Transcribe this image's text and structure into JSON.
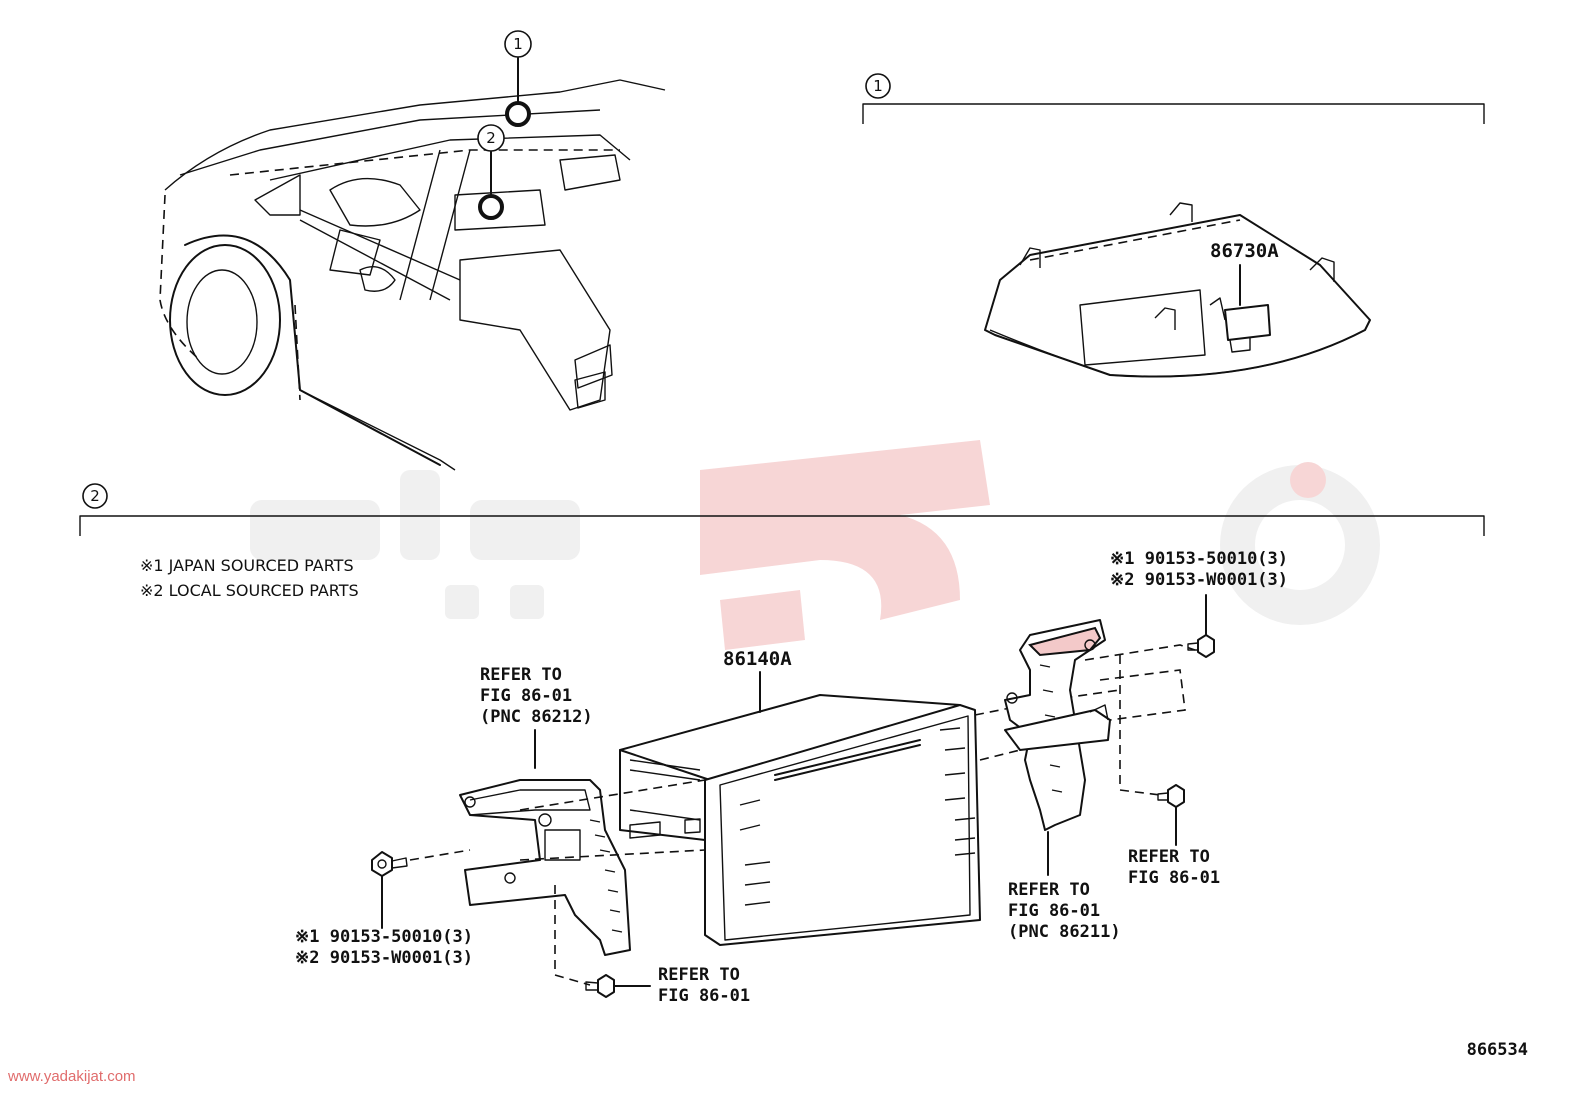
{
  "callouts": {
    "one": "1",
    "two": "2"
  },
  "overhead": {
    "part_number": "86730A"
  },
  "main_unit": {
    "part_number": "86140A"
  },
  "notes": {
    "note1": "※1 JAPAN SOURCED PARTS",
    "note2": "※2 LOCAL SOURCED PARTS"
  },
  "left_bracket": {
    "refer": [
      "REFER TO",
      "FIG 86-01",
      "(PNC 86212)"
    ]
  },
  "left_screw": {
    "lines": [
      "※1 90153-50010(3)",
      "※2 90153-W0001(3)"
    ]
  },
  "bottom_screw": {
    "refer": [
      "REFER TO",
      "FIG 86-01"
    ]
  },
  "right_screw": {
    "lines": [
      "※1 90153-50010(3)",
      "※2 90153-W0001(3)"
    ]
  },
  "right_bracket": {
    "refer": [
      "REFER TO",
      "FIG 86-01",
      "(PNC 86211)"
    ]
  },
  "right_lower_screw": {
    "refer": [
      "REFER TO",
      "FIG 86-01"
    ]
  },
  "figure_number": "866534",
  "watermark": {
    "site": "www.yadakijat.com"
  },
  "colors": {
    "highlight": "#f3c9c9",
    "watermark_red": "#f7d6d6",
    "site_text": "#e06c6c"
  }
}
